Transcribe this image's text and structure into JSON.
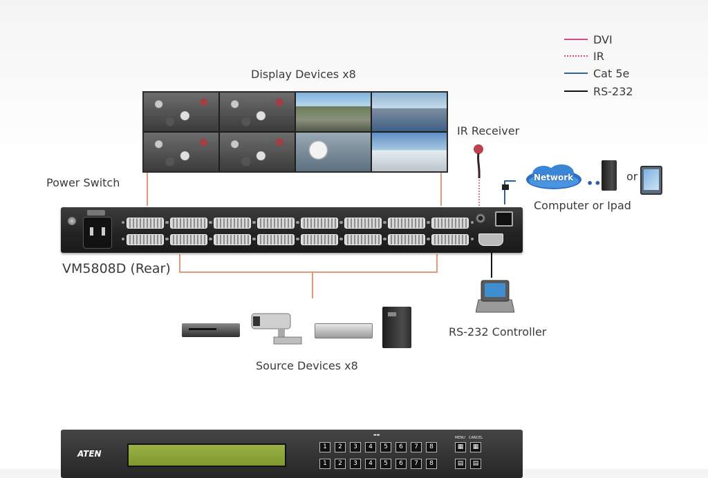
{
  "legend": [
    {
      "label": "DVI",
      "color": "#d24a86",
      "style": "solid"
    },
    {
      "label": "IR",
      "color": "#d24a86",
      "style": "dotted"
    },
    {
      "label": "Cat 5e",
      "color": "#2a62a8",
      "style": "solid"
    },
    {
      "label": "RS-232",
      "color": "#111111",
      "style": "solid"
    }
  ],
  "labels": {
    "display_devices": "Display Devices x8",
    "ir_receiver": "IR Receiver",
    "power_switch": "Power Switch",
    "network": "Network",
    "or": "or",
    "computer_or_ipad": "Computer or Ipad",
    "model_rear": "VM5808D (Rear)",
    "rs232_controller": "RS-232 Controller",
    "source_devices": "Source Devices x8"
  },
  "front_panel": {
    "brand": "ATEN",
    "port_keys": [
      "1",
      "2",
      "3",
      "4",
      "5",
      "6",
      "7",
      "8"
    ],
    "menu_label": "MENU",
    "cancel_label": "CANCEL"
  },
  "colors": {
    "connection_line": "#e8967a",
    "ir_line": "#d24a86",
    "rs232_line": "#111111",
    "cat5e_line": "#2a62a8"
  }
}
